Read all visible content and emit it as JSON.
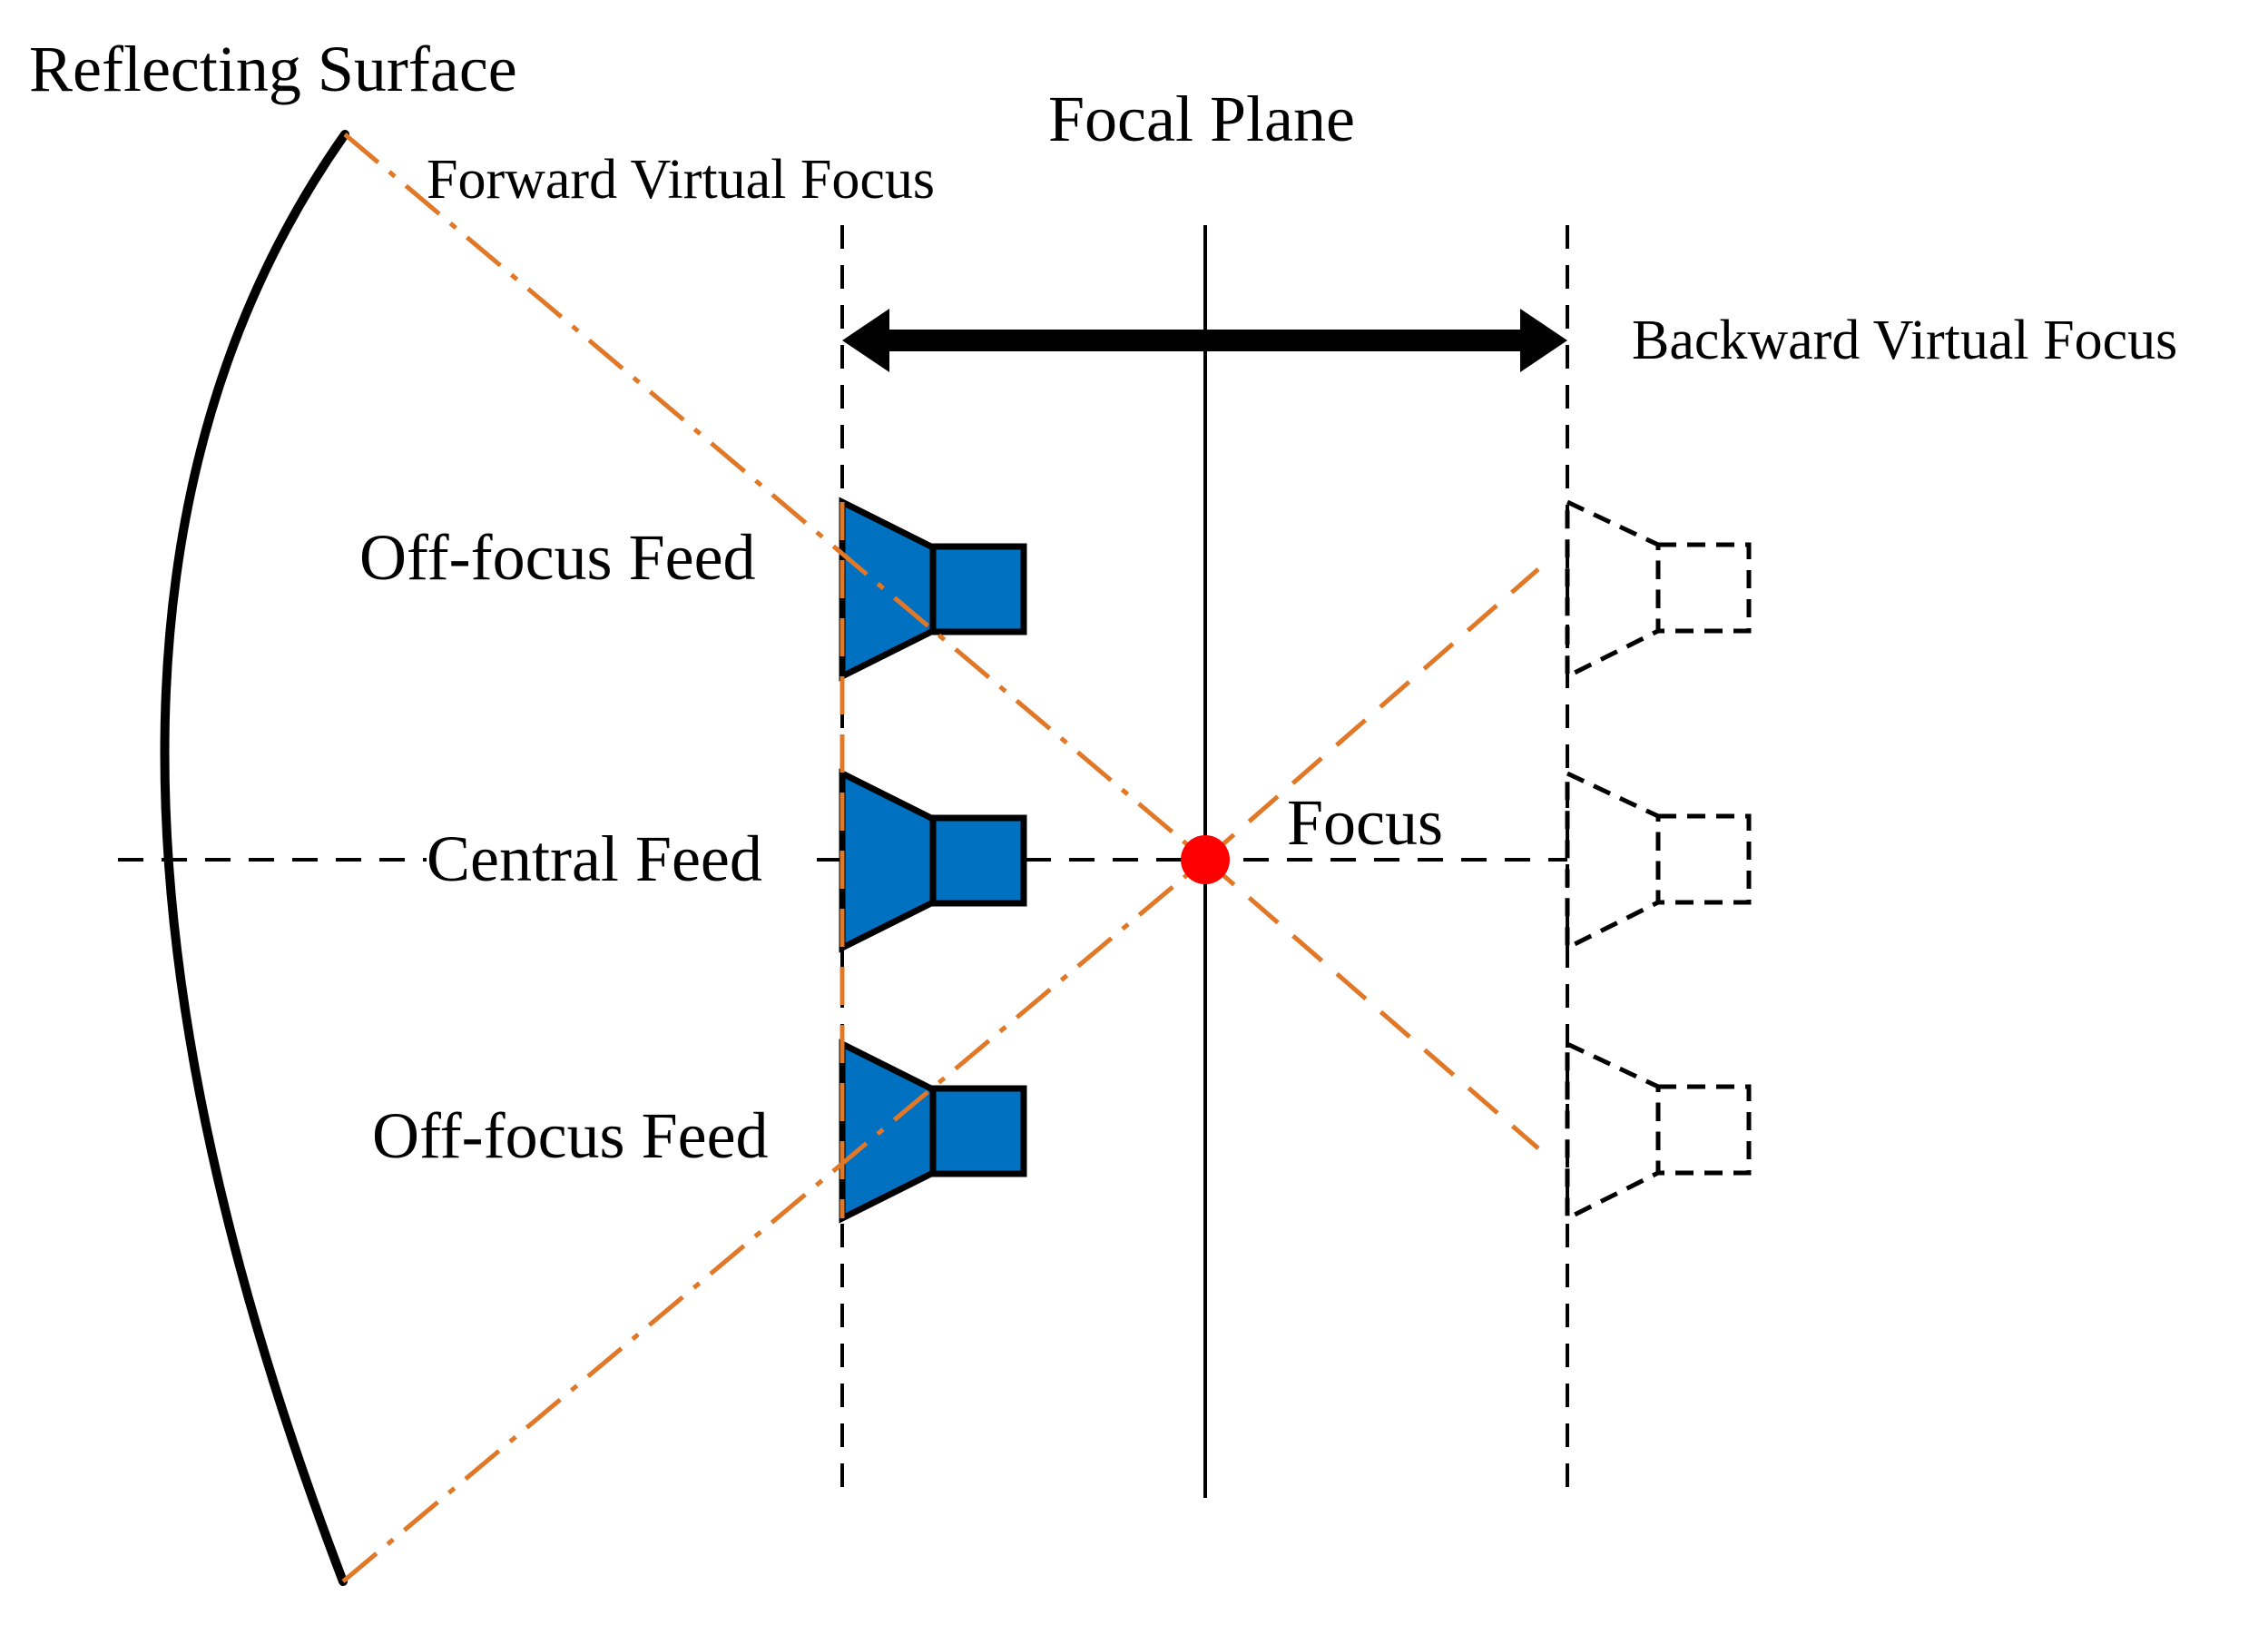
{
  "labels": {
    "reflecting_surface": "Reflecting Surface",
    "focal_plane": "Focal Plane",
    "forward_virtual_focus": "Forward Virtual Focus",
    "backward_virtual_focus": "Backward Virtual Focus",
    "off_focus_feed_top": "Off-focus Feed",
    "central_feed": "Central Feed",
    "off_focus_feed_bottom": "Off-focus Feed",
    "focus": "Focus"
  },
  "colors": {
    "feed_fill": "#0070C0",
    "ray": "#E07828",
    "focus_point": "#FF0000",
    "line": "#000000",
    "background": "#FFFFFF"
  }
}
